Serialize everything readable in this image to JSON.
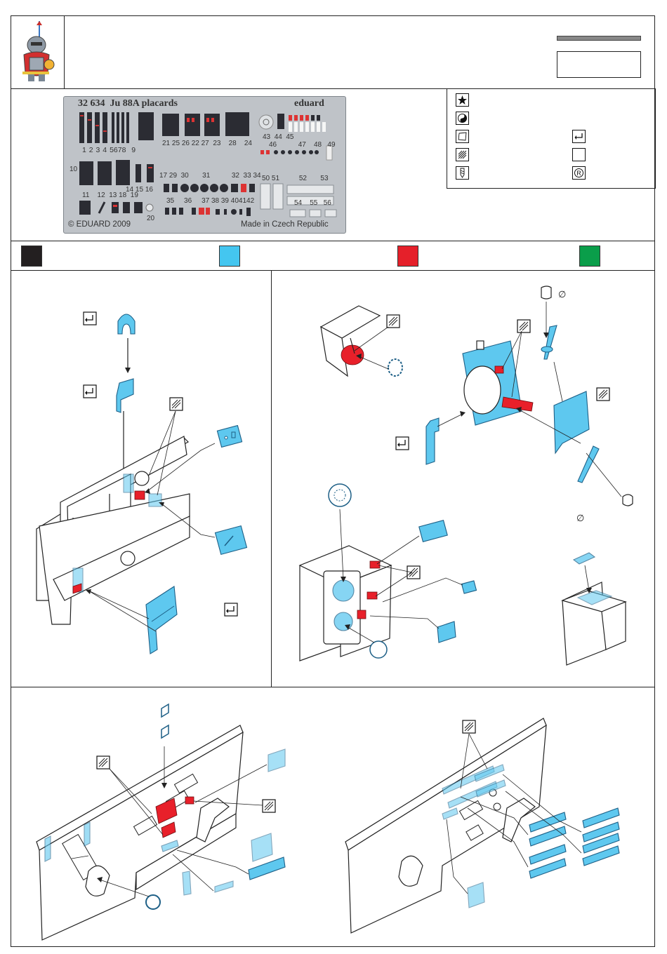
{
  "fret": {
    "number": "32 634",
    "title": "Ju 88A placards",
    "brand": "eduard",
    "copyright": "© EDUARD 2009",
    "made_in": "Made in Czech Republic",
    "part_numbers_row1": [
      "1",
      "2",
      "3",
      "4",
      "5",
      "6",
      "7",
      "8",
      "9"
    ],
    "part_numbers_row2": [
      "21",
      "25",
      "26",
      "22",
      "27",
      "23",
      "28",
      "24"
    ],
    "part_numbers_row3": [
      "43",
      "44",
      "45",
      "46",
      "47",
      "48",
      "49"
    ],
    "part_numbers_row4": [
      "10",
      "14",
      "15",
      "16",
      "17",
      "29",
      "30",
      "31",
      "32",
      "33",
      "34",
      "50",
      "51",
      "52",
      "53"
    ],
    "part_numbers_row5": [
      "11",
      "12",
      "13",
      "18",
      "19",
      "20",
      "35",
      "36",
      "37",
      "38",
      "39",
      "40",
      "41",
      "42",
      "54",
      "55",
      "56"
    ]
  },
  "legend_icons": [
    "star-icon",
    "yin-yang-icon",
    "sheet-icon",
    "hatched-icon",
    "drill-icon"
  ],
  "legend_icons_right": [
    "bend-icon",
    "blank-icon",
    "r-circle-icon"
  ],
  "colors": {
    "black": "#231f20",
    "blue": "#44c6f0",
    "red": "#e5202a",
    "green": "#0a9e4a"
  },
  "diameter_symbol": "∅"
}
